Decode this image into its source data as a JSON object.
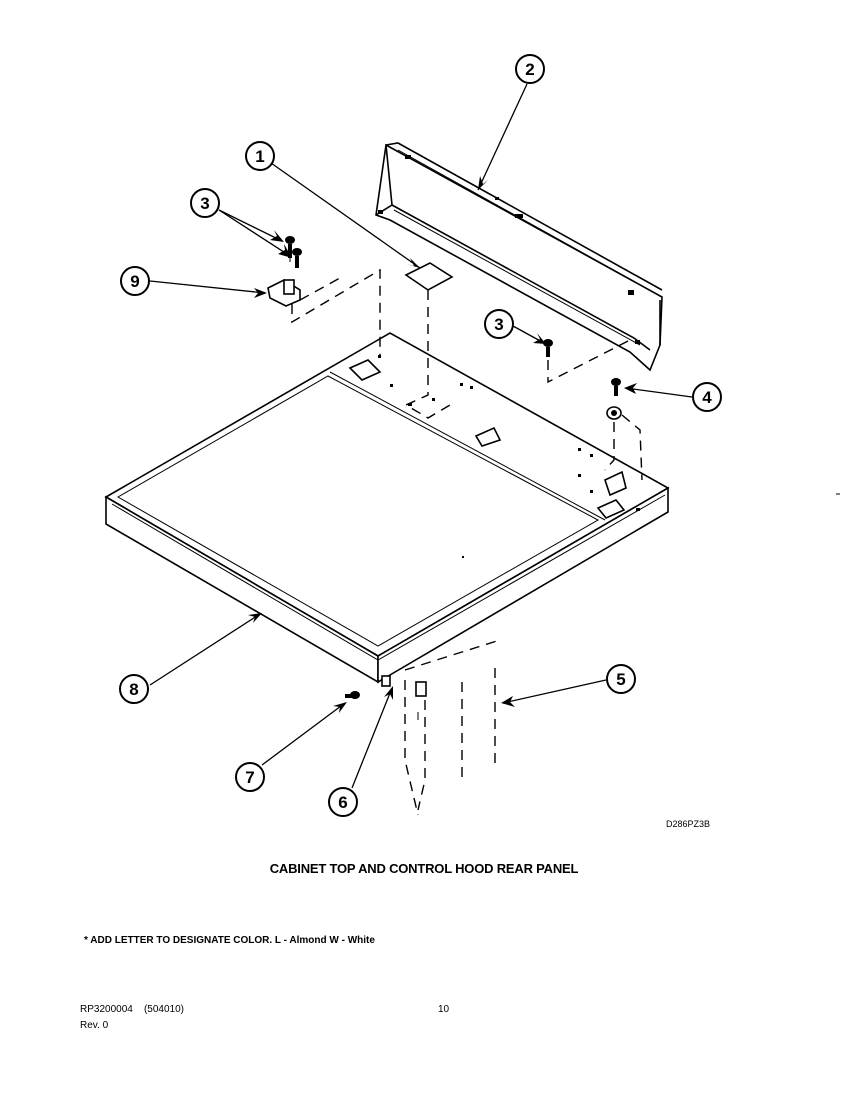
{
  "diagram": {
    "title": "CABINET TOP AND CONTROL HOOD REAR PANEL",
    "drawing_code": "D286PZ3B",
    "callouts": [
      "1",
      "2",
      "3",
      "3",
      "4",
      "5",
      "6",
      "7",
      "8",
      "9"
    ]
  },
  "note": "* ADD LETTER TO DESIGNATE COLOR.  L - Almond  W - White",
  "footer": {
    "doc_number": "RP3200004",
    "doc_code": "(504010)",
    "page": "10",
    "revision": "Rev. 0"
  }
}
